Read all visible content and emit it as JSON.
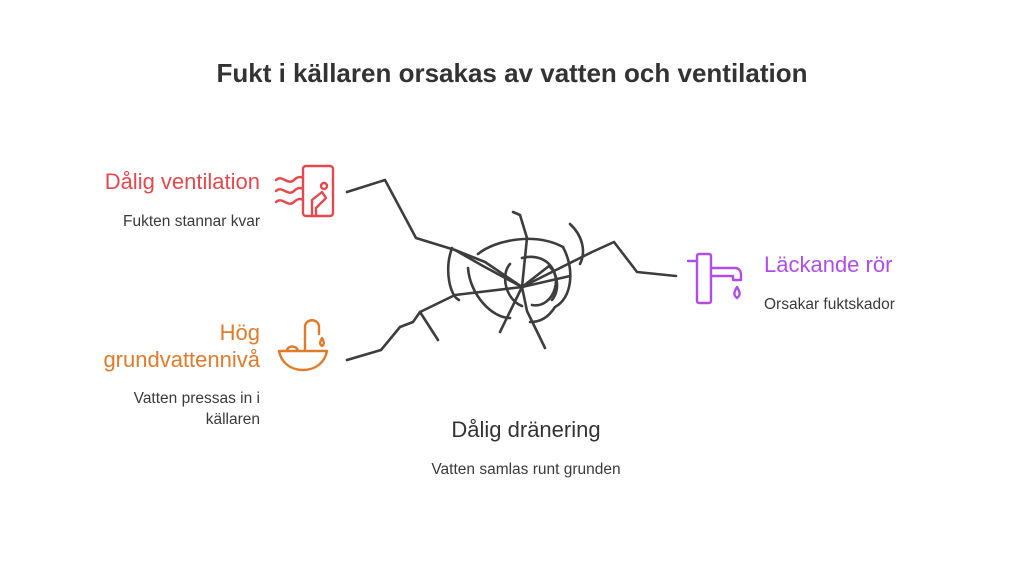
{
  "title": "Fukt i källaren orsakas av vatten och ventilation",
  "colors": {
    "ventilation": "#e5484d",
    "groundwater": "#e07b2a",
    "leak": "#b04ce8",
    "crack": "#3d3d3d",
    "text": "#333333"
  },
  "causes": {
    "ventilation": {
      "title": "Dålig ventilation",
      "desc": "Fukten stannar kvar",
      "icon": "air-vent-icon"
    },
    "groundwater": {
      "title_line1": "Hög",
      "title_line2": "grundvattennivå",
      "desc_line1": "Vatten pressas in i",
      "desc_line2": "källaren",
      "icon": "water-basin-icon"
    },
    "leak": {
      "title": "Läckande rör",
      "desc": "Orsakar fuktskador",
      "icon": "dripping-faucet-icon"
    },
    "drainage": {
      "title": "Dålig dränering",
      "desc": "Vatten samlas runt grunden"
    }
  }
}
